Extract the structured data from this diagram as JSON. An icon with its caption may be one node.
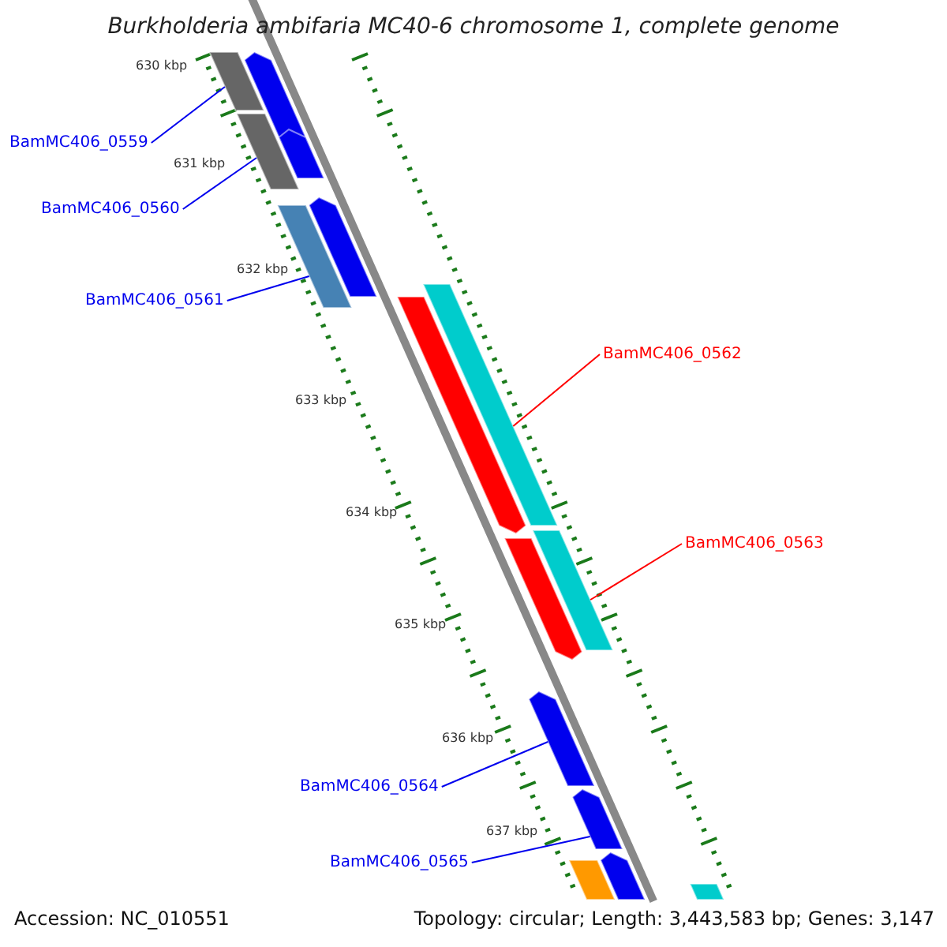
{
  "diagram": {
    "title": "Burkholderia ambifaria MC40-6 chromosome 1, complete genome",
    "nodes": [
      {
        "text": [
          "BamMC406_0559"
        ]
      },
      {
        "text": [],
        "shape": "bar"
      },
      {
        "text": [],
        "shape": "bar"
      },
      {
        "text": [
          "BamMC406_0560"
        ]
      },
      {
        "text": [],
        "shape": "bar"
      },
      {
        "text": [],
        "shape": "bar"
      },
      {
        "text": [
          "BamMC406_0561"
        ]
      },
      {
        "text": [],
        "shape": "bar"
      },
      {
        "text": [],
        "shape": "bar"
      },
      {
        "text": [],
        "shape": "bar"
      },
      {
        "text": [],
        "shape": "bar"
      },
      {
        "text": [
          "BamMC406_0562"
        ]
      },
      {
        "text": [],
        "shape": "bar"
      },
      {
        "text": [],
        "shape": "bar"
      },
      {
        "text": [
          "BamMC406_0563"
        ]
      },
      {
        "text": [],
        "shape": "bar"
      },
      {
        "text": [
          "BamMC406_0564"
        ]
      },
      {
        "text": [],
        "shape": "bar"
      },
      {
        "text": [
          "BamMC406_0565"
        ]
      },
      {
        "text": [],
        "shape": "bar"
      },
      {
        "text": [],
        "shape": "bar"
      },
      {
        "text": [],
        "shape": "bar"
      }
    ],
    "edges": [
      {
        "from": 0,
        "to": 1,
        "arrow": "none"
      },
      {
        "from": 3,
        "to": 4,
        "arrow": "none"
      },
      {
        "from": 6,
        "to": 7,
        "arrow": "none"
      },
      {
        "from": 11,
        "to": 9,
        "arrow": "none",
        "color": "#ff0000"
      },
      {
        "from": 14,
        "to": 12,
        "arrow": "none",
        "color": "#ff0000"
      },
      {
        "from": 16,
        "to": 15,
        "arrow": "none"
      },
      {
        "from": 18,
        "to": 17,
        "arrow": "none"
      }
    ],
    "labels": [
      "630 kbp",
      "631 kbp",
      "632 kbp",
      "633 kbp",
      "634 kbp",
      "635 kbp",
      "636 kbp",
      "637 kbp",
      "Accession: NC_010551",
      "Topology: circular; Length: 3,443,583 bp; Genes: 3,147"
    ]
  }
}
